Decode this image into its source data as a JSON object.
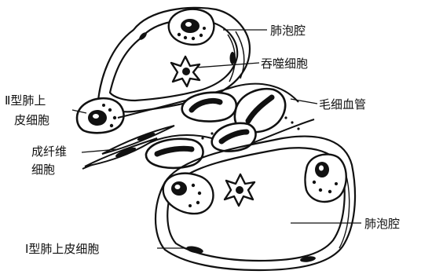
{
  "labels": {
    "alveolar_lumen_top": "肺泡腔",
    "macrophage": "吞噬细胞",
    "type2_line1": "Ⅱ型肺上",
    "type2_line2": "皮细胞",
    "capillary": "毛细血管",
    "fibroblast_line1": "成纤维",
    "fibroblast_line2": "细胞",
    "alveolar_lumen_bottom": "肺泡腔",
    "type1": "Ⅰ型肺上皮细胞"
  },
  "colors": {
    "ink": "#111111",
    "paper": "#ffffff"
  }
}
